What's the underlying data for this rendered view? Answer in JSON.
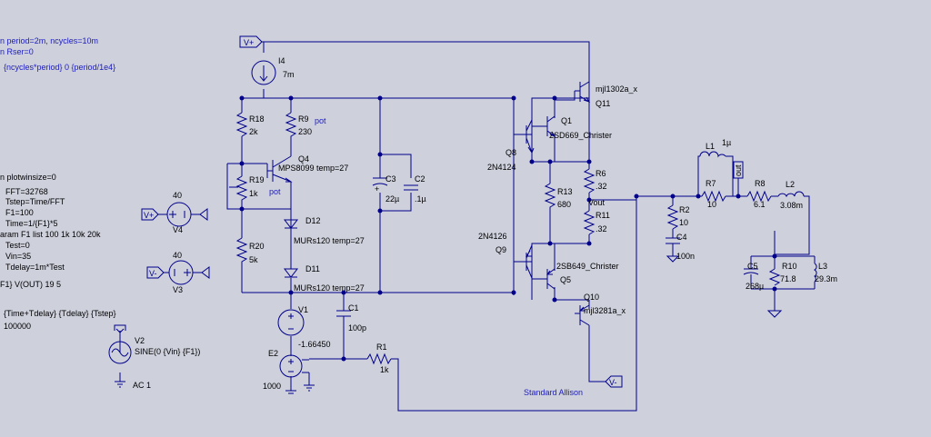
{
  "directives": {
    "d1": "n period=2m, ncycles=10m",
    "d2": "n Rser=0",
    "d3": "{ncycles*period} 0 {period/1e4}",
    "fft1": "n plotwinsize=0",
    "fft2": "FFT=32768",
    "fft3": "Tstep=Time/FFT",
    "fft4": "F1=100",
    "fft5": "Time=1/{F1}*5",
    "fft6": "aram F1 list 100 1k 10k 20k",
    "fft7": "Test=0",
    "fft8": "Vin=35",
    "fft9": "Tdelay=1m*Test",
    "fft10": "F1} V(OUT) 19 5",
    "tran1": "{Time+Tdelay} {Tdelay} {Tstep}",
    "tran2": "100000"
  },
  "nets": {
    "vplus": "V+",
    "vminus": "V-",
    "vout": "Vout",
    "out": "out"
  },
  "parts": {
    "i4": {
      "name": "I4",
      "value": "7m"
    },
    "r18": {
      "name": "R18",
      "value": "2k"
    },
    "r9": {
      "name": "R9",
      "value": "230",
      "note": "pot"
    },
    "r19": {
      "name": "R19",
      "value": "1k",
      "note": "pot"
    },
    "r20": {
      "name": "R20",
      "value": "5k"
    },
    "q4": {
      "name": "Q4",
      "value": "MPS8099 temp=27"
    },
    "d12": {
      "name": "D12",
      "value": "MURs120 temp=27"
    },
    "d11": {
      "name": "D11",
      "value": "MURs120 temp=27"
    },
    "c3": {
      "name": "C3",
      "value": "22µ"
    },
    "c2": {
      "name": "C2",
      "value": ".1µ"
    },
    "v1": {
      "name": "V1",
      "value": "-1.66450"
    },
    "e2": {
      "name": "E2",
      "value": "1000"
    },
    "c1": {
      "name": "C1",
      "value": "100p"
    },
    "r1": {
      "name": "R1",
      "value": "1k"
    },
    "v4": {
      "name": "V4",
      "value": "40"
    },
    "v3": {
      "name": "V3",
      "value": "40"
    },
    "v2": {
      "name": "V2",
      "value": "SINE(0 {Vin} {F1})",
      "ac": "AC 1"
    },
    "q8": {
      "name": "Q8",
      "value": "2N4124"
    },
    "q9": {
      "name": "Q9",
      "value": "2N4126"
    },
    "q1": {
      "name": "Q1",
      "value": "2SD669_Christer"
    },
    "q5": {
      "name": "Q5",
      "value": "2SB649_Christer"
    },
    "q11": {
      "name": "Q11",
      "value": "mjl1302a_x"
    },
    "q10": {
      "name": "Q10",
      "value": "mjl3281a_x"
    },
    "r13": {
      "name": "R13",
      "value": "680"
    },
    "r6": {
      "name": "R6",
      "value": ".32"
    },
    "r11": {
      "name": "R11",
      "value": ".32"
    },
    "r2": {
      "name": "R2",
      "value": "10"
    },
    "c4": {
      "name": "C4",
      "value": "100n"
    },
    "l1": {
      "name": "L1",
      "value": "1µ"
    },
    "r7": {
      "name": "R7",
      "value": "10"
    },
    "r8": {
      "name": "R8",
      "value": "6.1"
    },
    "l2": {
      "name": "L2",
      "value": "3.08m"
    },
    "c5": {
      "name": "C5",
      "value": "268µ"
    },
    "r10": {
      "name": "R10",
      "value": "71.8"
    },
    "l3": {
      "name": "L3",
      "value": "29.3m"
    }
  },
  "caption": "Standard Allison"
}
